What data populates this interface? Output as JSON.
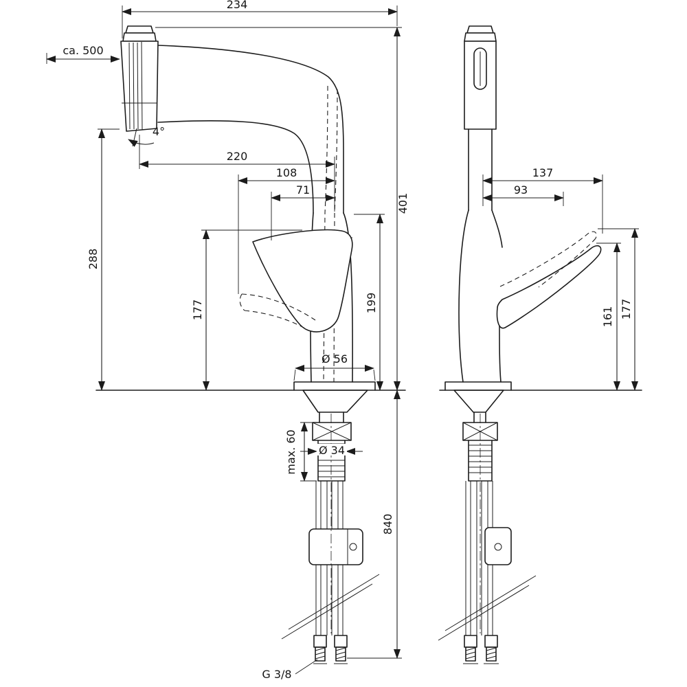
{
  "drawing": {
    "background": "#ffffff",
    "line_color": "#1c1c1c",
    "type": "faucet-installation-dimension-drawing",
    "dimensions": {
      "total_width": "234",
      "pullout_extension": "ca. 500",
      "head_angle": "4°",
      "reach_220": "220",
      "reach_108": "108",
      "reach_71": "71",
      "height_401": "401",
      "height_288": "288",
      "handle_height_front": "177",
      "height_199": "199",
      "base_diameter": "Ø 56",
      "side_reach_137": "137",
      "side_reach_93": "93",
      "side_height_161": "161",
      "side_height_177": "177",
      "max_mounting_thickness": "max. 60",
      "hole_diameter": "Ø 34",
      "hose_length_840": "840",
      "thread_size": "G 3/8"
    }
  }
}
